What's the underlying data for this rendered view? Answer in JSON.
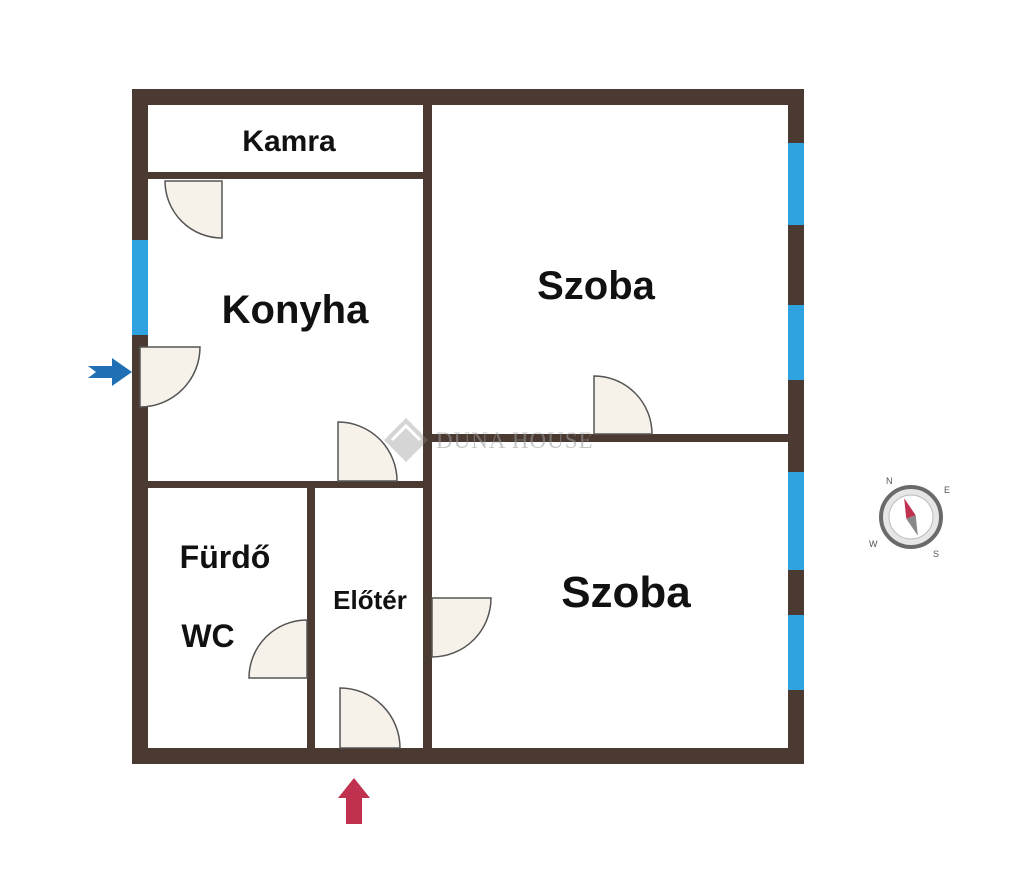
{
  "rooms": {
    "kamra": "Kamra",
    "konyha": "Konyha",
    "szoba_top": "Szoba",
    "szoba_bottom": "Szoba",
    "furdo": "Fürdő",
    "wc": "WC",
    "eloter": "Előtér"
  },
  "watermark": "DUNA HOUSE",
  "compass": {
    "n": "N",
    "e": "E",
    "s": "S",
    "w": "W"
  },
  "colors": {
    "wall": "#4a3a32",
    "window": "#2fa3e0",
    "door_fill": "#f7f2e9",
    "entry_arrow": "#1f6fb5",
    "main_entry_arrow": "#c0304f"
  },
  "icons": [
    "entry-arrow-icon",
    "main-entry-arrow-icon",
    "compass-icon",
    "duna-house-logo-icon"
  ]
}
